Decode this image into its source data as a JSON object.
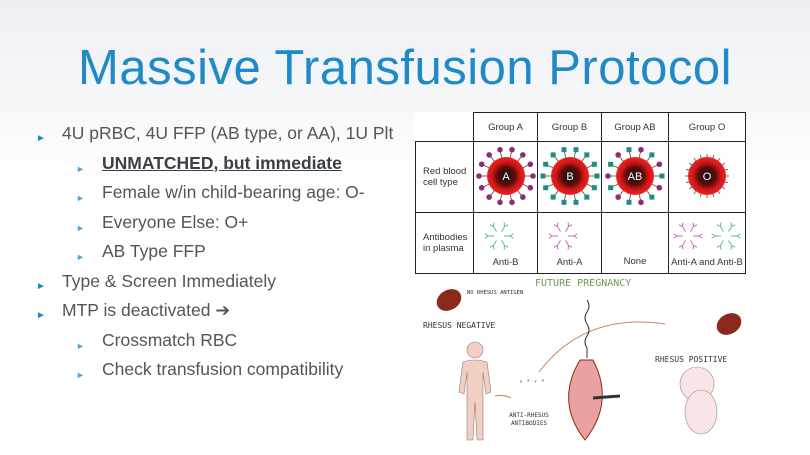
{
  "title": "Massive Transfusion Protocol",
  "bullets": [
    {
      "level": 1,
      "text": "4U pRBC, 4U FFP (AB type, or AA), 1U Plt"
    },
    {
      "level": 2,
      "text": "UNMATCHED, but immediate",
      "emphasis": true
    },
    {
      "level": 2,
      "text": "Female w/in child-bearing age: O-"
    },
    {
      "level": 2,
      "text": "Everyone Else: O+"
    },
    {
      "level": 2,
      "text": "AB Type FFP"
    },
    {
      "level": 1,
      "text": "Type & Screen Immediately"
    },
    {
      "level": 1,
      "text": "MTP is deactivated ➔"
    },
    {
      "level": 2,
      "text": "Crossmatch RBC"
    },
    {
      "level": 2,
      "text": "Check transfusion compatibility"
    }
  ],
  "blood_table": {
    "headers": [
      "Group A",
      "Group B",
      "Group AB",
      "Group O"
    ],
    "row_labels": [
      "Red blood cell type",
      "Antibodies in plasma"
    ],
    "cell_labels": [
      "A",
      "B",
      "AB",
      "O"
    ],
    "antibodies": [
      "Anti-B",
      "Anti-A",
      "None",
      "Anti-A and Anti-B"
    ]
  },
  "illustration": {
    "future_pregnancy": "FUTURE PREGNANCY",
    "no_rhesus_antigen": "NO RHESUS ANTIGEN",
    "rhesus_negative": "RHESUS NEGATIVE",
    "rhesus_positive": "RHESUS POSITIVE",
    "anti_rhesus": "ANTI-RHESUS ANTIBODIES"
  }
}
